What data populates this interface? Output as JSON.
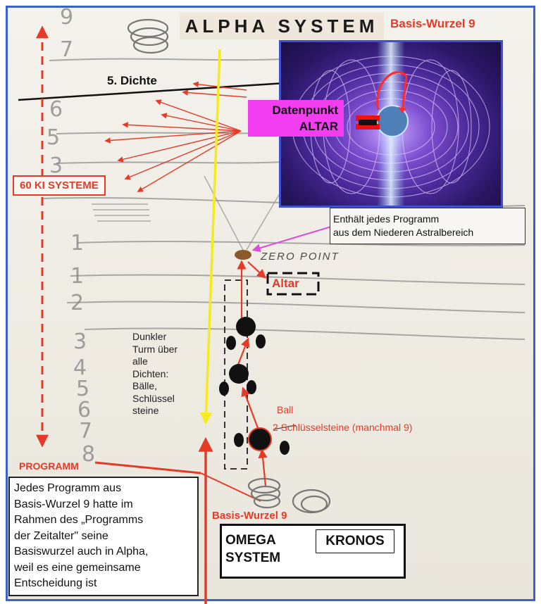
{
  "header": {
    "title": "ALPHA SYSTEM",
    "basis_top": "Basis-Wurzel 9"
  },
  "labels": {
    "dichte": "5. Dichte",
    "ki_systeme": "60 KI SYSTEME",
    "datenpunkt_line1": "Datenpunkt",
    "datenpunkt_line2": "ALTAR",
    "enthalt_line1": "Enthält jedes Programm",
    "enthalt_line2": "aus dem Niederen Astralbereich",
    "zero_point": "ZERO POINT",
    "altar": "Altar",
    "dunkler": [
      "Dunkler",
      "Turm über",
      "alle",
      "Dichten:",
      "Bälle,",
      "Schlüssel",
      "steine"
    ],
    "ball": "Ball",
    "schlussel": "2 Schlüsselsteine (manchmal 9)",
    "programm_header": "PROGRAMM",
    "programm_text": [
      "Jedes Programm aus",
      "Basis-Wurzel 9 hatte im",
      "Rahmen des „Programms",
      "der Zeitalter\" seine",
      "Basiswurzel auch in Alpha,",
      "weil es eine gemeinsame",
      "Entscheidung ist"
    ],
    "basis_bottom": "Basis-Wurzel 9",
    "omega_line1": "OMEGA",
    "omega_line2": "SYSTEM",
    "kronos": "KRONOS"
  },
  "colors": {
    "red": "#e63a27",
    "magenta": "#f23df0",
    "yellow": "#f5ea1a",
    "frame": "#3a63c4"
  },
  "icons": {
    "spiral": "coil-spiral-icon",
    "torus": "torus-energy-icon"
  }
}
